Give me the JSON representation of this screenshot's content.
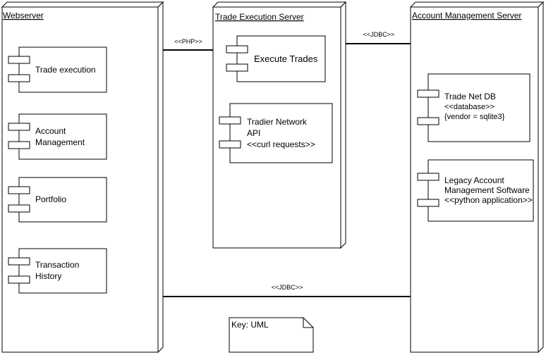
{
  "nodes": {
    "webserver": {
      "title": "Webserver",
      "components": [
        {
          "lines": [
            "Trade execution"
          ]
        },
        {
          "lines": [
            "Account",
            "Management"
          ]
        },
        {
          "lines": [
            "Portfolio"
          ]
        },
        {
          "lines": [
            "Transaction",
            "History"
          ]
        }
      ]
    },
    "trade_execution_server": {
      "title": "Trade Execution Server",
      "components": [
        {
          "lines": [
            "Execute Trades"
          ]
        },
        {
          "lines": [
            "Tradier Network",
            "API",
            "<<curl requests>>"
          ]
        }
      ]
    },
    "account_management_server": {
      "title": "Account Management Server",
      "components": [
        {
          "lines": [
            "Trade Net DB",
            "<<database>>",
            "{vendor = sqlite3}"
          ]
        },
        {
          "lines": [
            "Legacy Account",
            "Management Software",
            "<<python application>>"
          ]
        }
      ]
    }
  },
  "connections": {
    "php": "<<PHP>>",
    "jdbc_top": "<<JDBC>>",
    "jdbc_bottom": "<<JDBC>>"
  },
  "note": {
    "text": "Key: UML"
  }
}
